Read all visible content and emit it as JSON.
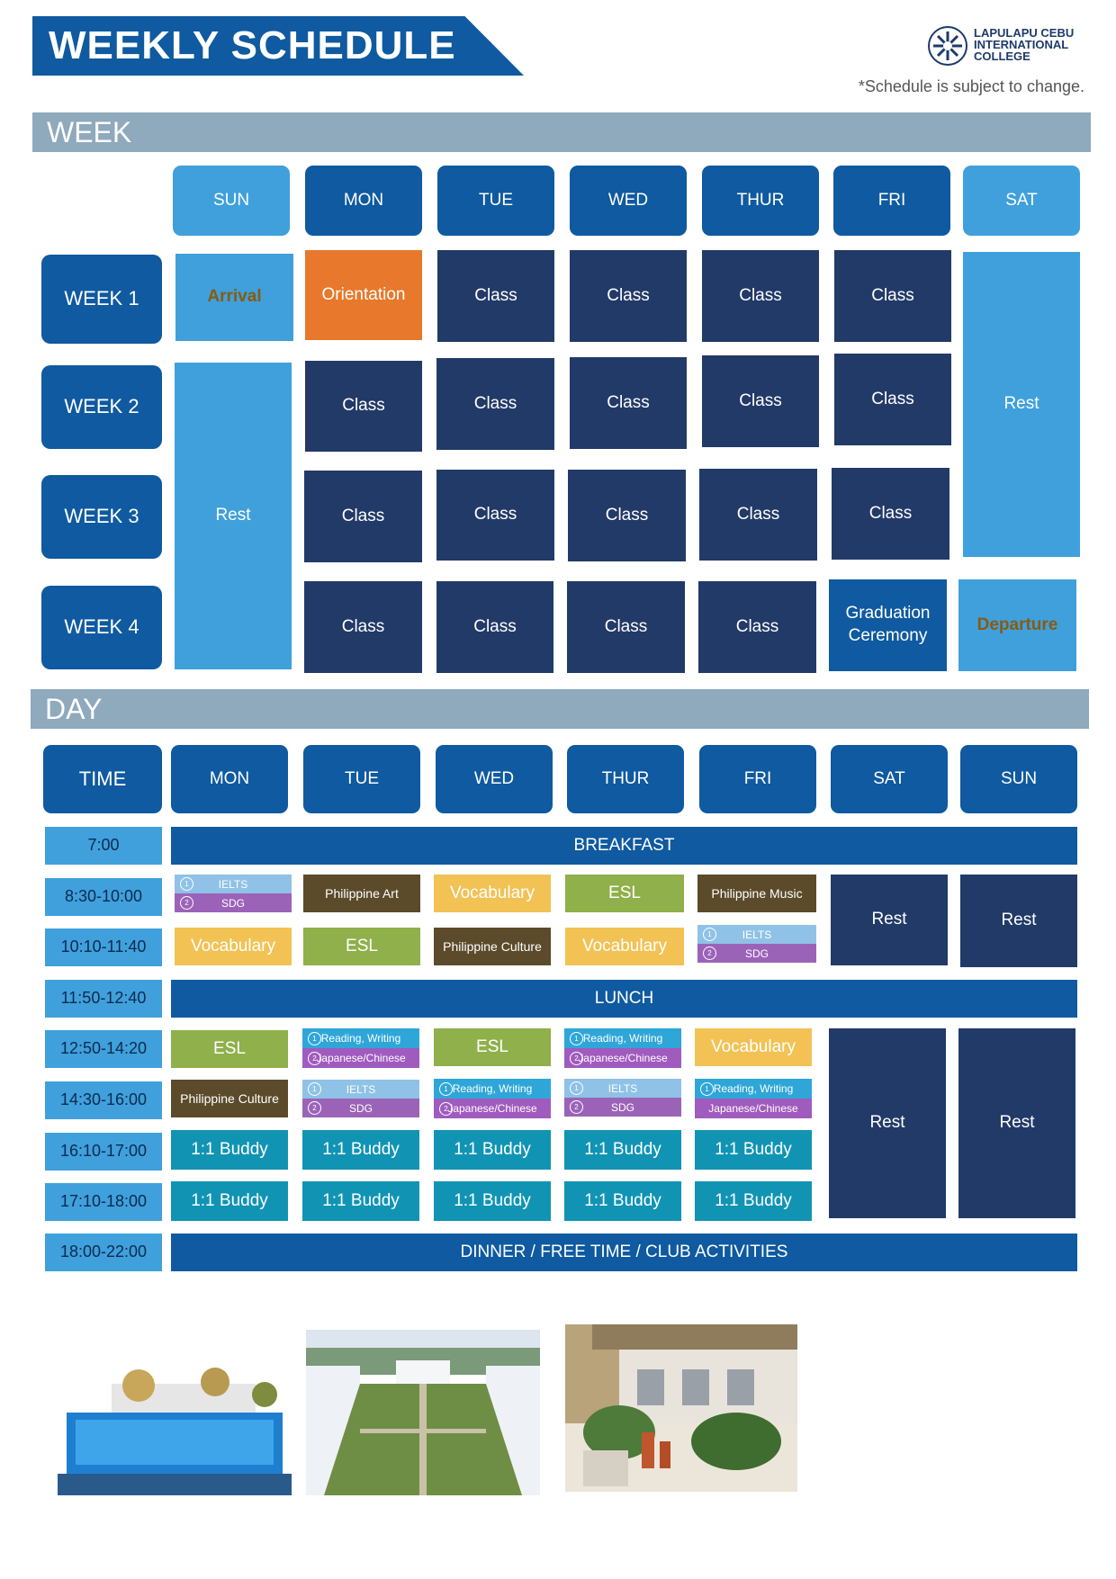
{
  "header": {
    "title": "WEEKLY SCHEDULE",
    "logo_text": [
      "LAPULAPU CEBU",
      "INTERNATIONAL",
      "COLLEGE"
    ],
    "note": "*Schedule is subject to change."
  },
  "week_section": {
    "band_label": "WEEK",
    "days": [
      "SUN",
      "MON",
      "TUE",
      "WED",
      "THUR",
      "FRI",
      "SAT"
    ],
    "weeks": [
      "WEEK 1",
      "WEEK 2",
      "WEEK 3",
      "WEEK 4"
    ],
    "arrival": "Arrival",
    "orientation": "Orientation",
    "class": "Class",
    "rest": "Rest",
    "graduation": "Graduation Ceremony",
    "departure": "Departure"
  },
  "day_section": {
    "band_label": "DAY",
    "headers": [
      "TIME",
      "MON",
      "TUE",
      "WED",
      "THUR",
      "FRI",
      "SAT",
      "SUN"
    ],
    "times": [
      "7:00",
      "8:30-10:00",
      "10:10-11:40",
      "11:50-12:40",
      "12:50-14:20",
      "14:30-16:00",
      "16:10-17:00",
      "17:10-18:00",
      "18:00-22:00"
    ],
    "breakfast": "BREAKFAST",
    "lunch": "LUNCH",
    "dinner": "DINNER / FREE TIME / CLUB ACTIVITIES",
    "rest": "Rest",
    "ielts": "IELTS",
    "sdg": "SDG",
    "reading_writing": "Reading, Writing",
    "japanese_chinese": "Japanese/Chinese",
    "vocabulary": "Vocabulary",
    "esl": "ESL",
    "philippine_art": "Philippine Art",
    "philippine_music": "Philippine Music",
    "philippine_culture": "Philippine Culture",
    "buddy": "1:1 Buddy",
    "num1": "1",
    "num2": "2"
  },
  "photos": [
    "pool-photo",
    "campus-courtyard-photo",
    "building-garden-photo"
  ],
  "colors": {
    "navy": "#223a68",
    "blue": "#0f5aa0",
    "light_blue": "#3fa0dc",
    "band_gray": "#8fa9bd",
    "orange": "#e8782b",
    "olive": "#8fb04a",
    "brown": "#5b4b2a",
    "gold": "#f2c255",
    "teal": "#1194b4"
  }
}
